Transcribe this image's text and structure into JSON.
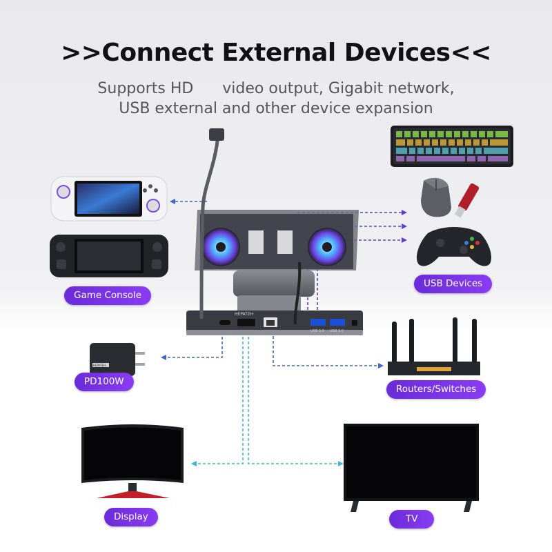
{
  "title": ">>Connect External Devices<<",
  "subtitle": {
    "line1": "Supports HD      video output, Gigabit network,",
    "line2": "USB external and other device expansion"
  },
  "labels": {
    "game_console": "Game Console",
    "usb_devices": "USB Devices",
    "pd100w": "PD100W",
    "routers": "Routers/Switches",
    "display": "Display",
    "tv": "TV"
  },
  "device_text": {
    "brand": "HEPATEH",
    "port_usb1": "USB 3.0",
    "port_usb2": "USB 3.0",
    "charger_mark": "HEPATEH"
  },
  "icons": {
    "steam-deck": "handheld-console-icon",
    "rog-ally": "handheld-console-icon",
    "keyboard": "keyboard-icon",
    "mouse": "mouse-icon",
    "usb-drive": "usb-drive-icon",
    "gamepad": "gamepad-icon",
    "charger": "charger-icon",
    "router": "router-icon",
    "monitor": "monitor-icon",
    "tv": "tv-icon"
  },
  "colors": {
    "badge": "#7433e6",
    "usb_line": "#5b3fd0",
    "network_line": "#3f66c8",
    "video_line": "#3fb6e0",
    "power_line": "#3f66c8"
  }
}
